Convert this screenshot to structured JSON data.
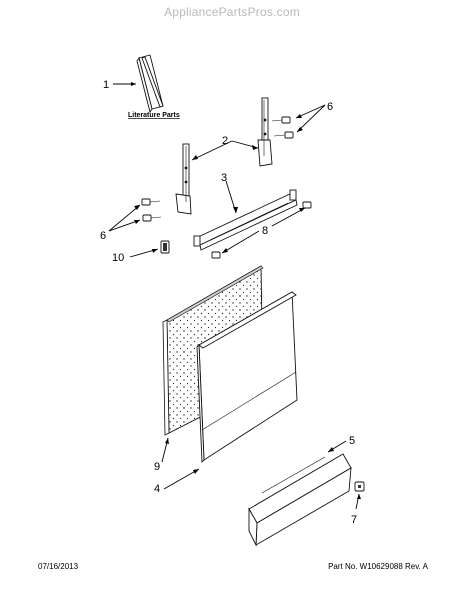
{
  "watermark": "AppliancePartsPros.com",
  "literature_label": "Literature Parts",
  "callouts": {
    "c1": "1",
    "c2": "2",
    "c3": "3",
    "c4": "4",
    "c5": "5",
    "c6a": "6",
    "c6b": "6",
    "c7": "7",
    "c8": "8",
    "c9": "9",
    "c10": "10"
  },
  "footer": {
    "date": "07/16/2013",
    "part_info": "Part No. W10629088  Rev. A"
  }
}
